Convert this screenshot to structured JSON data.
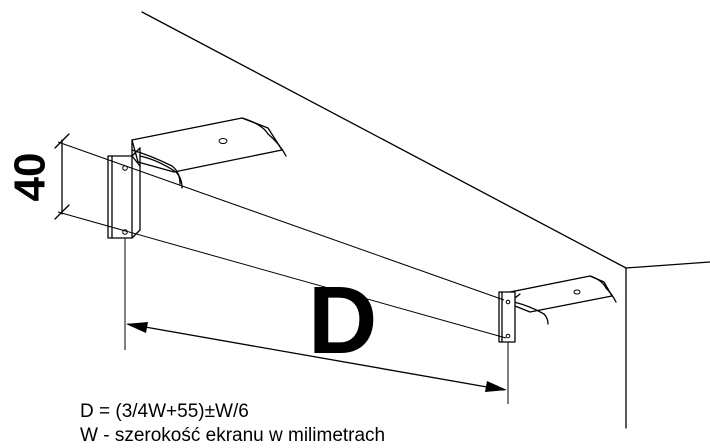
{
  "labels": {
    "height_dimension": "40",
    "distance_symbol": "D"
  },
  "formula": {
    "equation": "D = (3/4W+55)±W/6",
    "legend": "W - szerokość ekranu w milimetrach"
  }
}
